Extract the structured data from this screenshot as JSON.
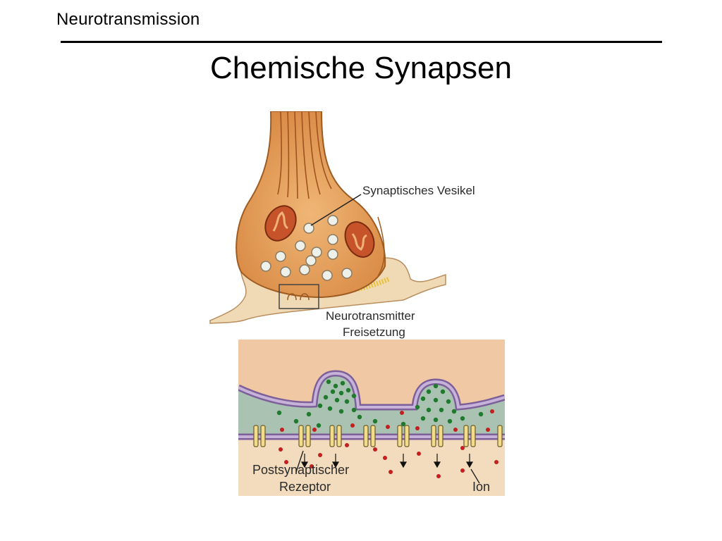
{
  "header": {
    "title": "Neurotransmission"
  },
  "slide": {
    "title": "Chemische Synapsen"
  },
  "figure": {
    "labels": {
      "vesicle": "Synaptisches Vesikel",
      "release_line1": "Neurotransmitter",
      "release_line2": "Freisetzung",
      "receptor_line1": "Postsynaptischer",
      "receptor_line2": "Rezeptor",
      "ion": "Ion"
    },
    "colors": {
      "axon": "#d9893f",
      "terminal": "#e7a35e",
      "postsynaptic": "#f0d9b5",
      "cleft": "#a9c2b2",
      "membrane": "#b49cc8",
      "neurotransmitter": "#1f7a2e",
      "ion": "#c41f1f",
      "receptor": "#f2dc8a"
    }
  }
}
